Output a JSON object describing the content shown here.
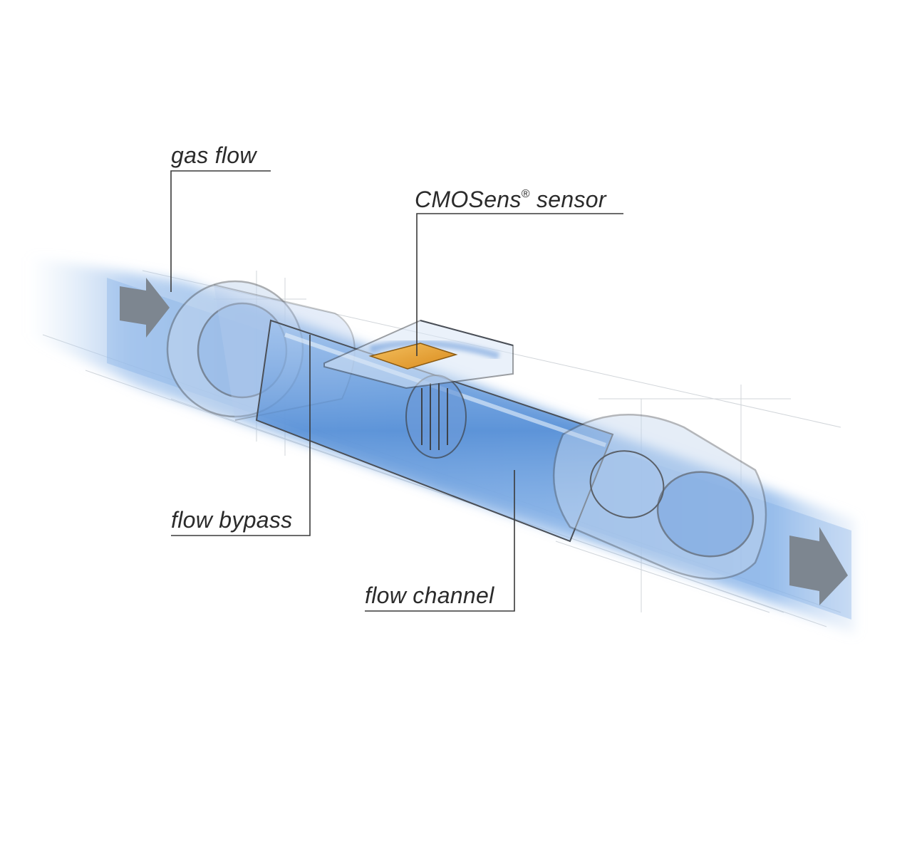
{
  "labels": {
    "gas_flow": "gas flow",
    "sensor_name": "CMOSens",
    "sensor_reg": "®",
    "sensor_suffix": " sensor",
    "flow_bypass": "flow bypass",
    "flow_channel": "flow channel"
  },
  "colors": {
    "flow_blue": "#5b95d6",
    "arrow_gray": "#7d8690",
    "sensor_chip": "#e8a030",
    "outline": "#4a4f57"
  },
  "icons": {
    "inlet": "arrow-right-icon",
    "outlet": "arrow-right-icon"
  }
}
